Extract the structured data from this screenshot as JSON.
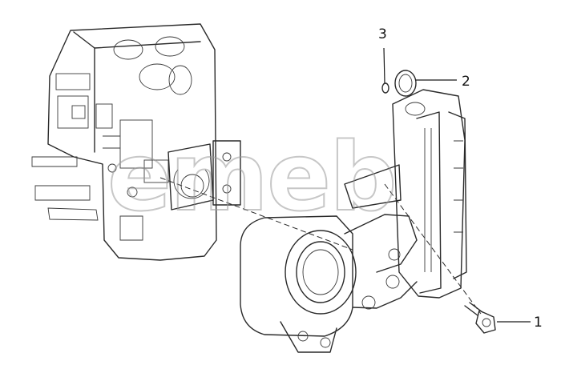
{
  "callouts": [
    {
      "id": "1",
      "label": "1"
    },
    {
      "id": "2",
      "label": "2"
    },
    {
      "id": "3",
      "label": "3"
    }
  ],
  "watermark": "emeb",
  "colors": {
    "line": "#2a2a2a",
    "background": "#ffffff",
    "watermark": "#9a9a9a"
  }
}
